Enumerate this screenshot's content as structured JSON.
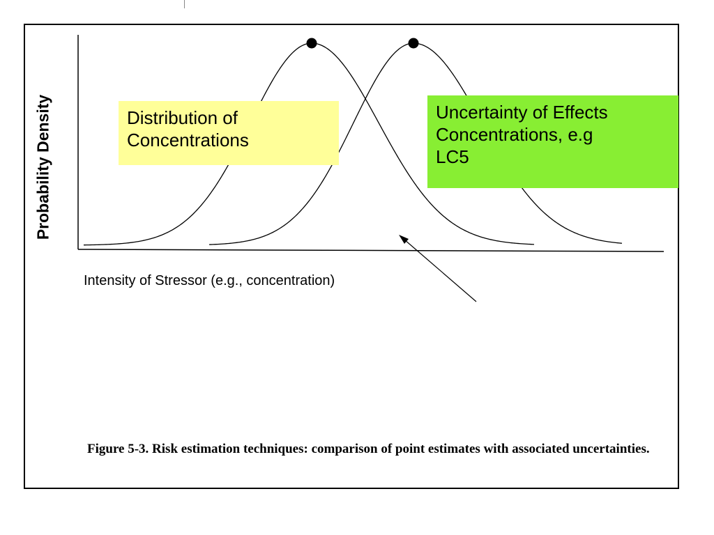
{
  "figure": {
    "y_axis_label": "Probability Density",
    "x_axis_label": "Intensity of Stressor (e.g., concentration)",
    "labels": {
      "distribution": [
        "Distribution of",
        "Concentrations"
      ],
      "uncertainty": [
        "Uncertainty of Effects",
        "Concentrations, e.g",
        "LC5"
      ]
    },
    "caption": "Figure 5-3.  Risk estimation techniques:  comparison of point estimates with associated uncertainties.",
    "curves": [
      "distribution-of-concentrations",
      "uncertainty-of-effects"
    ],
    "colors": {
      "line": "#000000",
      "distribution_box": "#ffff99",
      "uncertainty_box": "#88ee33"
    }
  }
}
